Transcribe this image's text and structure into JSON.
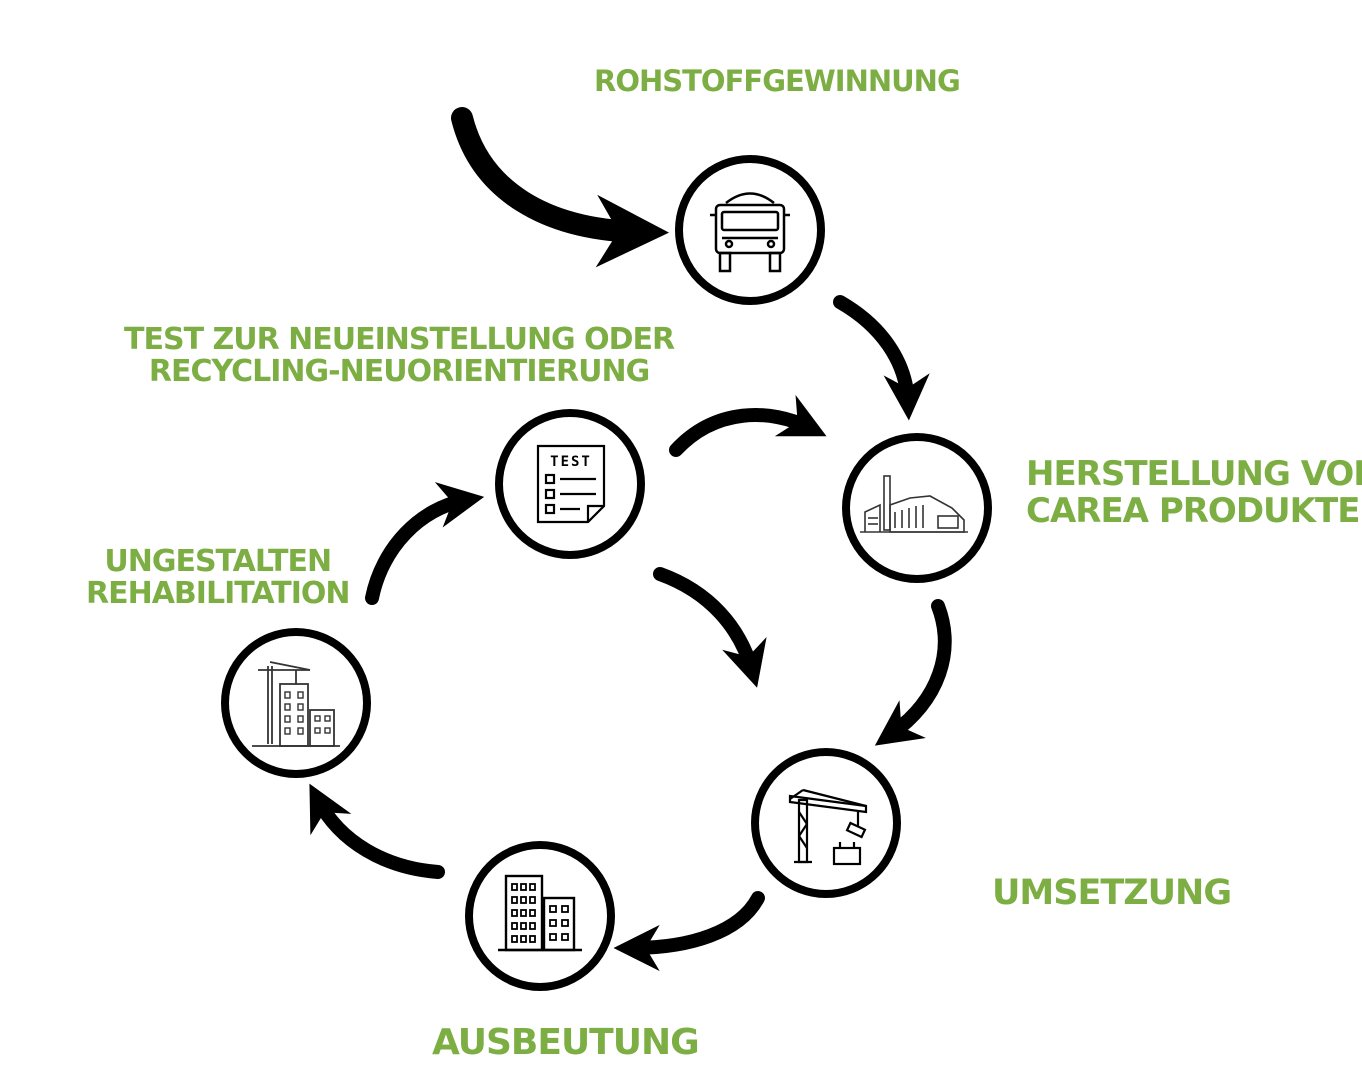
{
  "colors": {
    "label_green": "#7cae44",
    "stroke": "#000000",
    "background": "#ffffff"
  },
  "stages": [
    {
      "key": "rohstoff",
      "lines": [
        "ROHSTOFFGEWINNUNG"
      ],
      "icon": "truck-icon"
    },
    {
      "key": "herstellung",
      "lines": [
        "HERSTELLUNG VON",
        "CAREA PRODUKTEN"
      ],
      "icon": "factory-icon"
    },
    {
      "key": "umsetzung",
      "lines": [
        "UMSETZUNG"
      ],
      "icon": "construction-crane-icon"
    },
    {
      "key": "ausbeutung",
      "lines": [
        "AUSBEUTUNG"
      ],
      "icon": "buildings-icon"
    },
    {
      "key": "ungestalten",
      "lines": [
        "UNGESTALTEN",
        "REHABILITATION"
      ],
      "icon": "crane-building-icon"
    },
    {
      "key": "test",
      "lines": [
        "TEST ZUR NEUEINSTELLUNG ODER",
        "RECYCLING-NEUORIENTIERUNG"
      ],
      "icon": "test-document-icon"
    }
  ],
  "test_icon_text": "TEST"
}
